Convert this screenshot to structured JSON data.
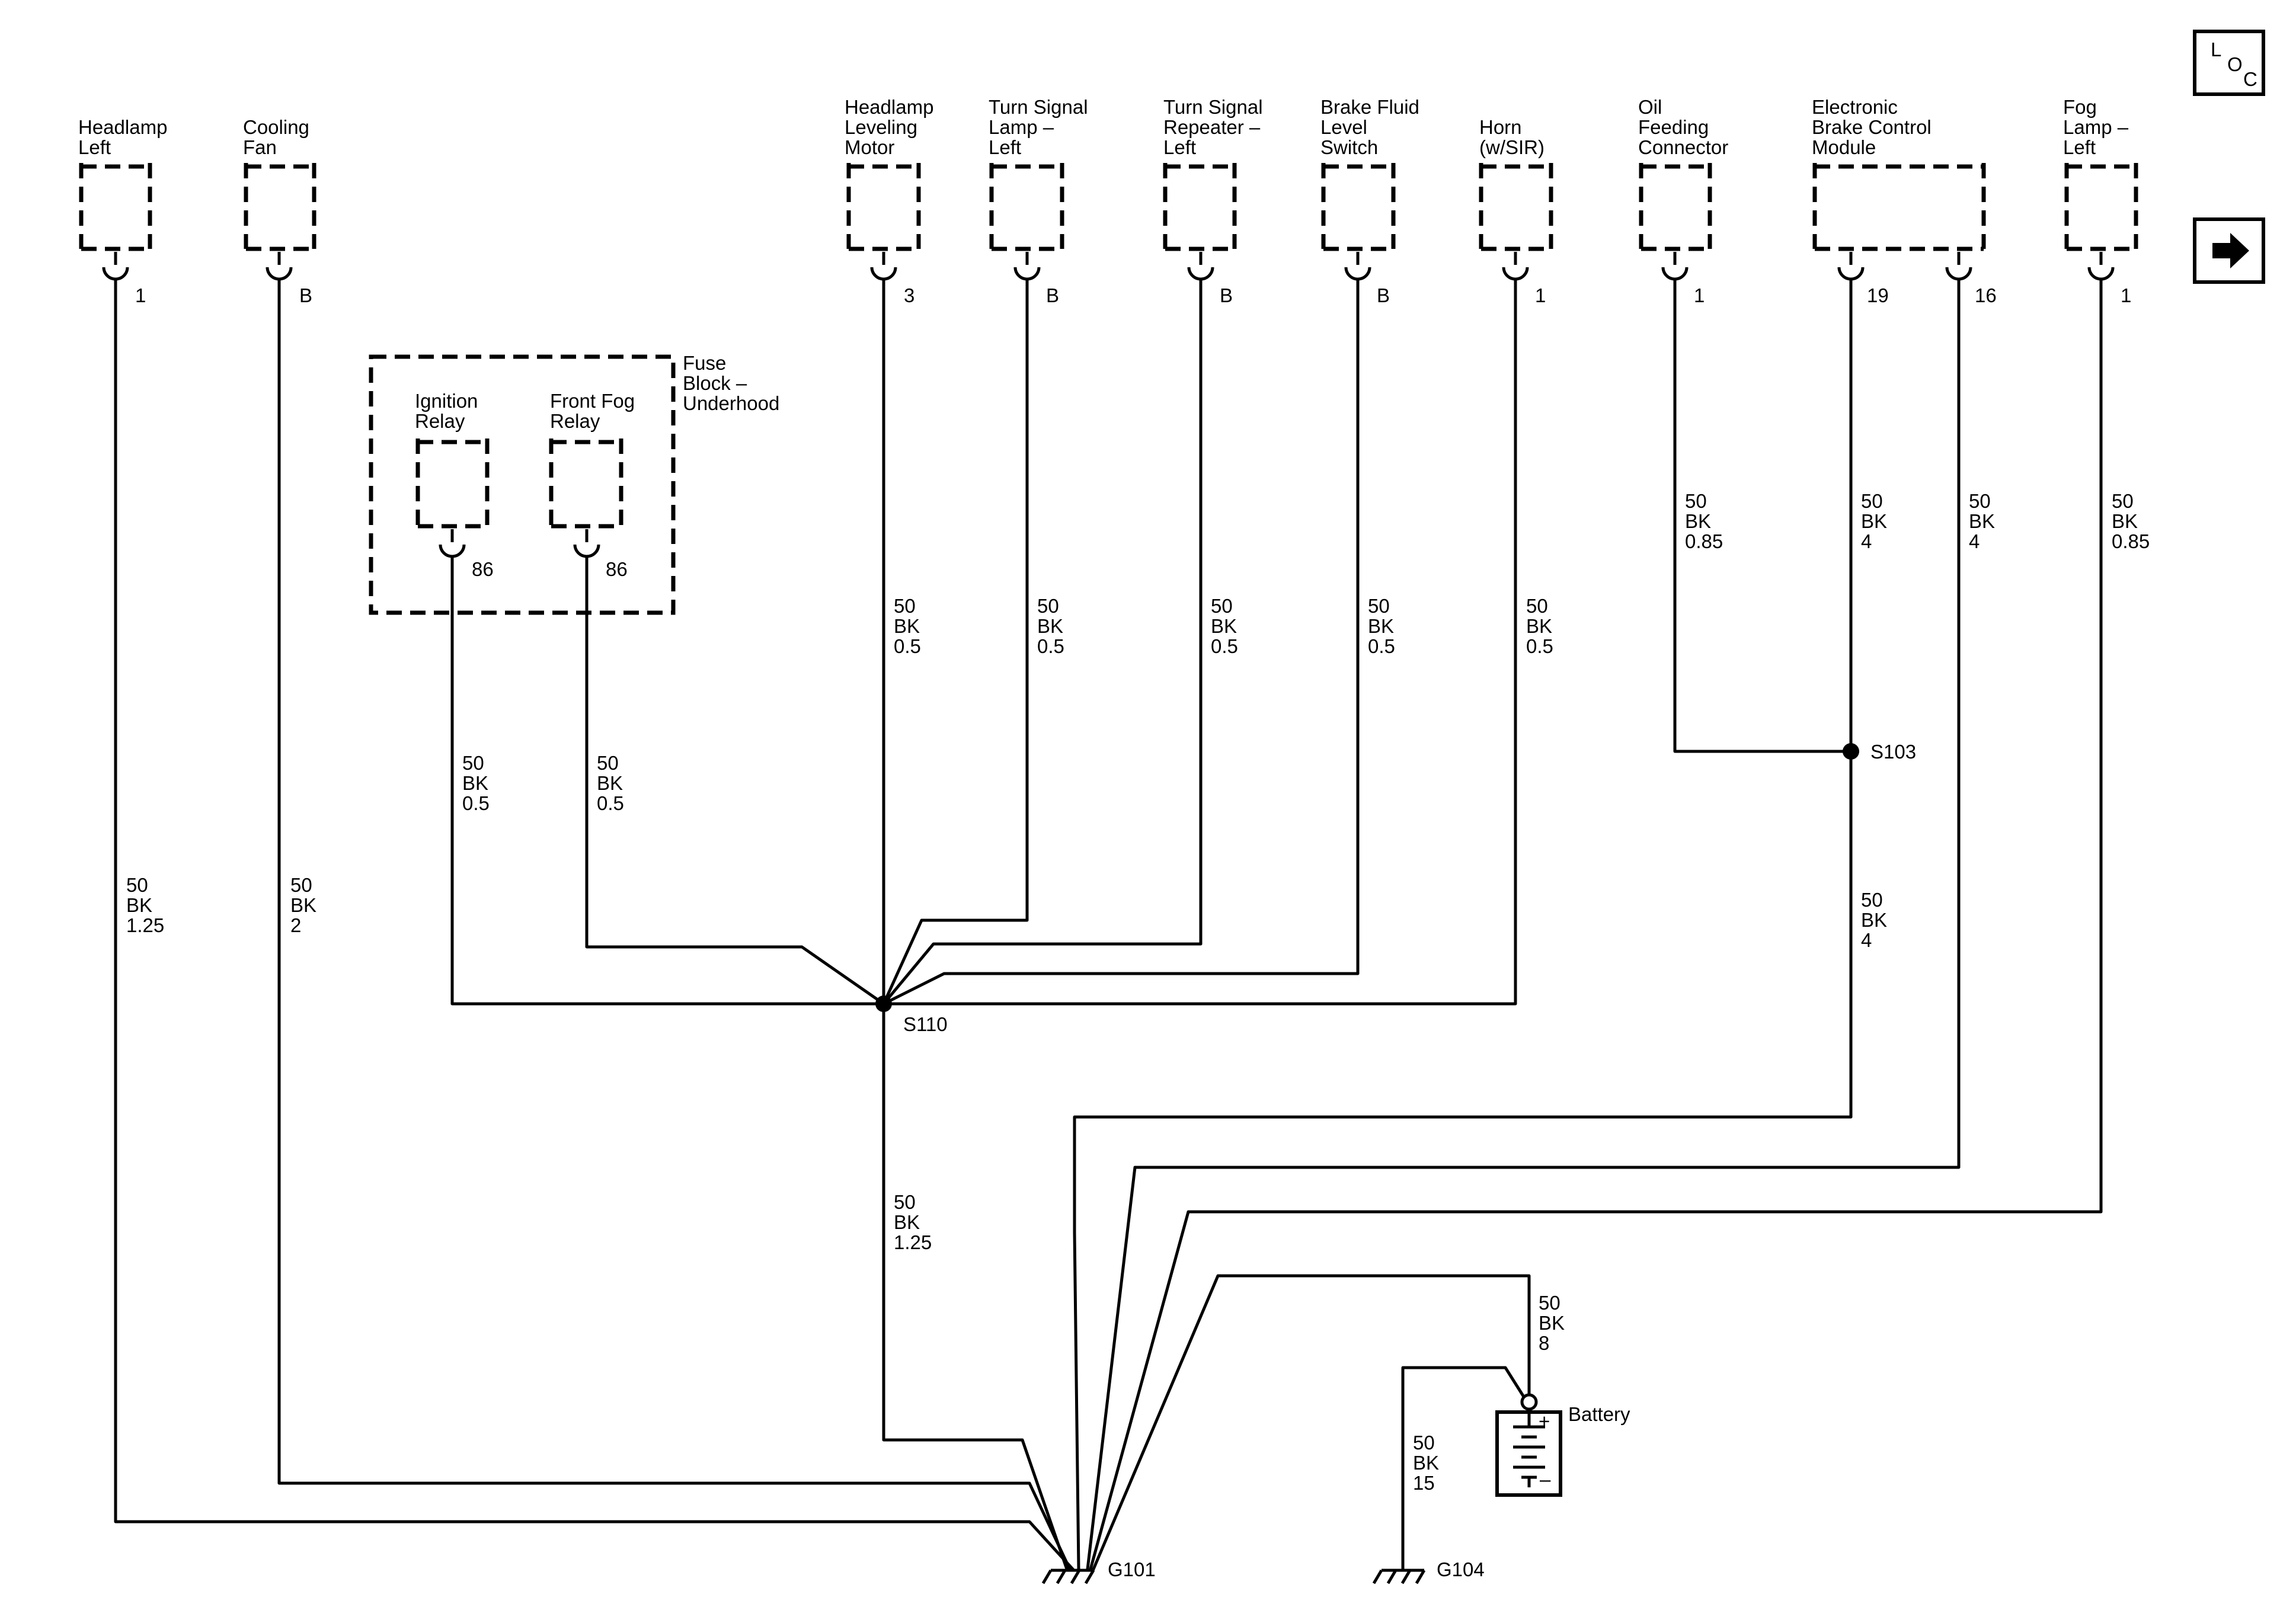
{
  "components": {
    "headlamp_left": {
      "line1": "Headlamp",
      "line2": "Left",
      "pin": "1"
    },
    "cooling_fan": {
      "line1": "Cooling",
      "line2": "Fan",
      "pin": "B"
    },
    "headlamp_leveling_motor": {
      "line1": "Headlamp",
      "line2": "Leveling",
      "line3": "Motor",
      "pin": "3"
    },
    "turn_signal_lamp_left": {
      "line1": "Turn Signal",
      "line2": "Lamp –",
      "line3": "Left",
      "pin": "B"
    },
    "turn_signal_repeater_left": {
      "line1": "Turn Signal",
      "line2": "Repeater –",
      "line3": "Left",
      "pin": "B"
    },
    "brake_fluid_level_switch": {
      "line1": "Brake Fluid",
      "line2": "Level",
      "line3": "Switch",
      "pin": "B"
    },
    "horn": {
      "line1": "Horn",
      "line2": "(w/SIR)",
      "pin": "1"
    },
    "oil_feeding_connector": {
      "line1": "Oil",
      "line2": "Feeding",
      "line3": "Connector",
      "pin": "1"
    },
    "ebcm": {
      "line1": "Electronic",
      "line2": "Brake Control",
      "line3": "Module",
      "pin_a": "19",
      "pin_b": "16"
    },
    "fog_lamp_left": {
      "line1": "Fog",
      "line2": "Lamp –",
      "line3": "Left",
      "pin": "1"
    },
    "fuse_block": {
      "line1": "Fuse",
      "line2": "Block –",
      "line3": "Underhood"
    },
    "ignition_relay": {
      "line1": "Ignition",
      "line2": "Relay",
      "pin": "86"
    },
    "front_fog_relay": {
      "line1": "Front Fog",
      "line2": "Relay",
      "pin": "86"
    },
    "battery": {
      "label": "Battery",
      "plus": "+",
      "minus": "–"
    }
  },
  "wires": {
    "headlamp_left": {
      "circuit": "50",
      "color": "BK",
      "size": "1.25"
    },
    "cooling_fan": {
      "circuit": "50",
      "color": "BK",
      "size": "2"
    },
    "ignition_relay": {
      "circuit": "50",
      "color": "BK",
      "size": "0.5"
    },
    "front_fog_relay": {
      "circuit": "50",
      "color": "BK",
      "size": "0.5"
    },
    "headlamp_leveling_motor": {
      "circuit": "50",
      "color": "BK",
      "size": "0.5"
    },
    "turn_signal_lamp_left": {
      "circuit": "50",
      "color": "BK",
      "size": "0.5"
    },
    "turn_signal_repeater_left": {
      "circuit": "50",
      "color": "BK",
      "size": "0.5"
    },
    "brake_fluid_level_switch": {
      "circuit": "50",
      "color": "BK",
      "size": "0.5"
    },
    "horn": {
      "circuit": "50",
      "color": "BK",
      "size": "0.5"
    },
    "s110_to_g101": {
      "circuit": "50",
      "color": "BK",
      "size": "1.25"
    },
    "oil_feeding_connector": {
      "circuit": "50",
      "color": "BK",
      "size": "0.85"
    },
    "ebcm_pin19": {
      "circuit": "50",
      "color": "BK",
      "size": "4"
    },
    "ebcm_pin16": {
      "circuit": "50",
      "color": "BK",
      "size": "4"
    },
    "fog_lamp_left": {
      "circuit": "50",
      "color": "BK",
      "size": "0.85"
    },
    "s103_to_g101": {
      "circuit": "50",
      "color": "BK",
      "size": "4"
    },
    "battery_to_g101": {
      "circuit": "50",
      "color": "BK",
      "size": "8"
    },
    "battery_to_g104": {
      "circuit": "50",
      "color": "BK",
      "size": "15"
    }
  },
  "splices": {
    "s110": "S110",
    "s103": "S103"
  },
  "grounds": {
    "g101": "G101",
    "g104": "G104"
  },
  "nav": {
    "loc": {
      "l": "L",
      "o": "O",
      "c": "C"
    },
    "next_icon": "arrow-right"
  }
}
